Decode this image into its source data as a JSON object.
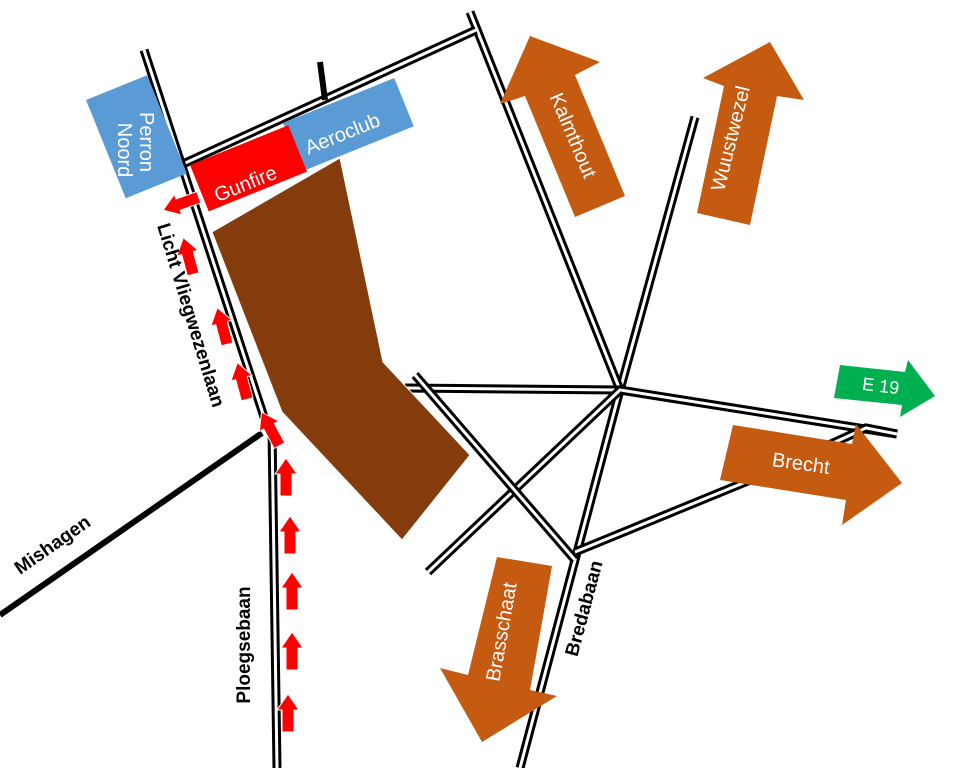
{
  "colors": {
    "terrain": "#843c0c",
    "direction_arrow": "#c55a11",
    "building_blue": "#5b9bd5",
    "gunfire_red": "#ff0000",
    "route_arrow_red": "#ff0000",
    "highway_green": "#00b050",
    "road": "#000000"
  },
  "buildings": {
    "perron_noord": {
      "line1": "Perron",
      "line2": "Noord"
    },
    "aeroclub": "Aeroclub",
    "gunfire": "Gunfire"
  },
  "directions": {
    "kalmthout": "Kalmthout",
    "wuustwezel": "Wuustwezel",
    "brecht": "Brecht",
    "brasschaat": "Brasschaat",
    "e19": "E 19"
  },
  "streets": {
    "licht_vliegwezenlaan": "Licht Vliegwezenlaan",
    "mishagen": "Mishagen",
    "ploegsebaan": "Ploegsebaan",
    "bredabaan": "Bredabaan"
  },
  "icons": [
    "route-arrow-icon",
    "direction-arrow-icon",
    "highway-arrow-icon"
  ]
}
